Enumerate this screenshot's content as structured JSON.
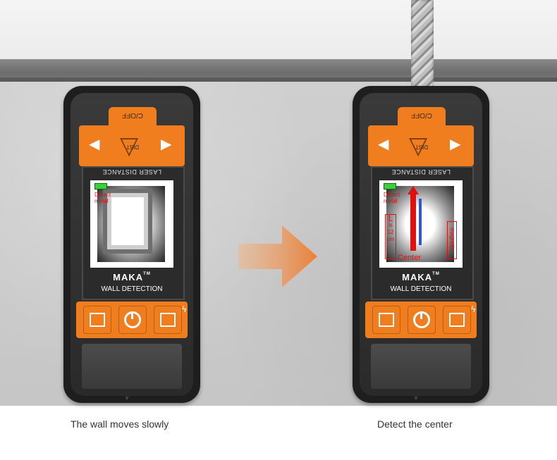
{
  "devices": {
    "left": {
      "power_label": "C/OFF",
      "ok_label": "DIST",
      "screen_top_label": "LASER DISTANCE",
      "detect_text_1": "Detect",
      "detect_text_2": "metal",
      "brand_name": "MAKA",
      "brand_tm": "TM",
      "wall_detection_label": "WALL DETECTION"
    },
    "right": {
      "power_label": "C/OFF",
      "ok_label": "DIST",
      "screen_top_label": "LASER DISTANCE",
      "detect_text_1": "Detect",
      "detect_text_2": "metal",
      "L_label": "L",
      "is_label": "is",
      "value_label": "12",
      "unit_label": "cm",
      "magnetic_label": "magnetic",
      "center_label": "Center",
      "brand_name": "MAKA",
      "brand_tm": "TM",
      "wall_detection_label": "WALL DETECTION"
    }
  },
  "captions": {
    "left": "The wall moves slowly",
    "right": "Detect the center"
  },
  "colors": {
    "accent": "#f07d1e",
    "shell": "#1e1e1e",
    "highlight_red": "#e01010"
  },
  "icons": [
    "arrow-left-icon",
    "arrow-right-icon",
    "ok-triangle-icon",
    "power-icon",
    "wall-icon",
    "lightning-icon",
    "big-arrow-icon",
    "rebar-icon"
  ]
}
